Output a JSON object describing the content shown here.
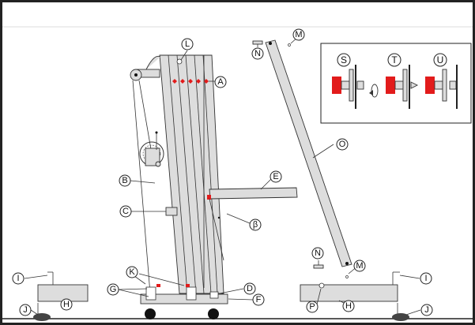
{
  "labels": {
    "A": "A",
    "B": "B",
    "C": "C",
    "D": "D",
    "E": "E",
    "F": "F",
    "G": "G",
    "H": "H",
    "I": "I",
    "J": "J",
    "K": "K",
    "L": "L",
    "M": "M",
    "N": "N",
    "O": "O",
    "P": "P",
    "beta": "β"
  },
  "inset": {
    "S": "S",
    "T": "T",
    "U": "U"
  },
  "colors": {
    "frame": "#222222",
    "part_fill": "#dddddd",
    "accent_red": "#e21b1b",
    "wheel": "#111111",
    "foot": "#444444"
  }
}
